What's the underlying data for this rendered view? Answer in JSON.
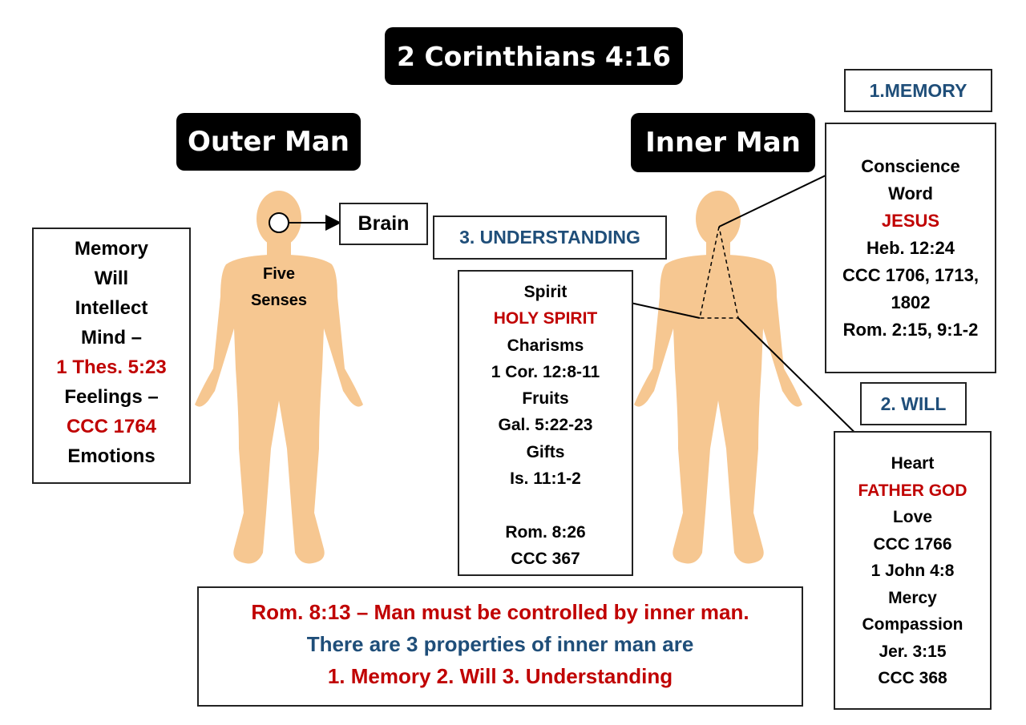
{
  "title": "2 Corinthians 4:16",
  "outer_man": {
    "label": "Outer Man",
    "figure_label_line1": "Five",
    "figure_label_line2": "Senses",
    "brain_label": "Brain",
    "left_box": [
      {
        "text": "Memory",
        "color": "#000000"
      },
      {
        "text": "Will",
        "color": "#000000"
      },
      {
        "text": "Intellect",
        "color": "#000000"
      },
      {
        "text": "Mind –",
        "color": "#000000"
      },
      {
        "text": "1 Thes. 5:23",
        "color": "#c00000"
      },
      {
        "text": "Feelings –",
        "color": "#000000"
      },
      {
        "text": "CCC 1764",
        "color": "#c00000"
      },
      {
        "text": "Emotions",
        "color": "#000000"
      }
    ]
  },
  "inner_man": {
    "label": "Inner Man",
    "understanding": {
      "heading": "3. UNDERSTANDING",
      "lines": [
        {
          "text": "Spirit",
          "color": "#000000"
        },
        {
          "text": "HOLY SPIRIT",
          "color": "#c00000"
        },
        {
          "text": "Charisms",
          "color": "#000000"
        },
        {
          "text": "1 Cor. 12:8-11",
          "color": "#000000"
        },
        {
          "text": "Fruits",
          "color": "#000000"
        },
        {
          "text": "Gal. 5:22-23",
          "color": "#000000"
        },
        {
          "text": "Gifts",
          "color": "#000000"
        },
        {
          "text": "Is. 11:1-2",
          "color": "#000000"
        },
        {
          "text": "",
          "color": "#000000"
        },
        {
          "text": "Rom. 8:26",
          "color": "#000000"
        },
        {
          "text": "CCC 367",
          "color": "#000000"
        }
      ]
    },
    "memory": {
      "heading": "1.MEMORY",
      "lines": [
        {
          "text": "Conscience",
          "color": "#000000"
        },
        {
          "text": "Word",
          "color": "#000000"
        },
        {
          "text": "JESUS",
          "color": "#c00000"
        },
        {
          "text": "Heb. 12:24",
          "color": "#000000"
        },
        {
          "text": "CCC 1706, 1713,",
          "color": "#000000"
        },
        {
          "text": "1802",
          "color": "#000000"
        },
        {
          "text": "Rom. 2:15, 9:1-2",
          "color": "#000000"
        }
      ]
    },
    "will": {
      "heading": "2. WILL",
      "lines": [
        {
          "text": "Heart",
          "color": "#000000"
        },
        {
          "text": "FATHER GOD",
          "color": "#c00000"
        },
        {
          "text": "Love",
          "color": "#000000"
        },
        {
          "text": "CCC 1766",
          "color": "#000000"
        },
        {
          "text": "1 John 4:8",
          "color": "#000000"
        },
        {
          "text": "Mercy",
          "color": "#000000"
        },
        {
          "text": "Compassion",
          "color": "#000000"
        },
        {
          "text": "Jer. 3:15",
          "color": "#000000"
        },
        {
          "text": "CCC 368",
          "color": "#000000"
        }
      ]
    }
  },
  "bottom_box": [
    {
      "text": "Rom. 8:13 – Man must be controlled by inner man.",
      "color": "#c00000"
    },
    {
      "text": "There are 3 properties of inner man are",
      "color": "#1f4e79"
    },
    {
      "text": "1. Memory 2. Will 3. Understanding",
      "color": "#c00000"
    }
  ],
  "colors": {
    "skin": "#f6c791",
    "accent_red": "#c00000",
    "accent_blue": "#1f4e79",
    "pill_bg": "#000000"
  }
}
